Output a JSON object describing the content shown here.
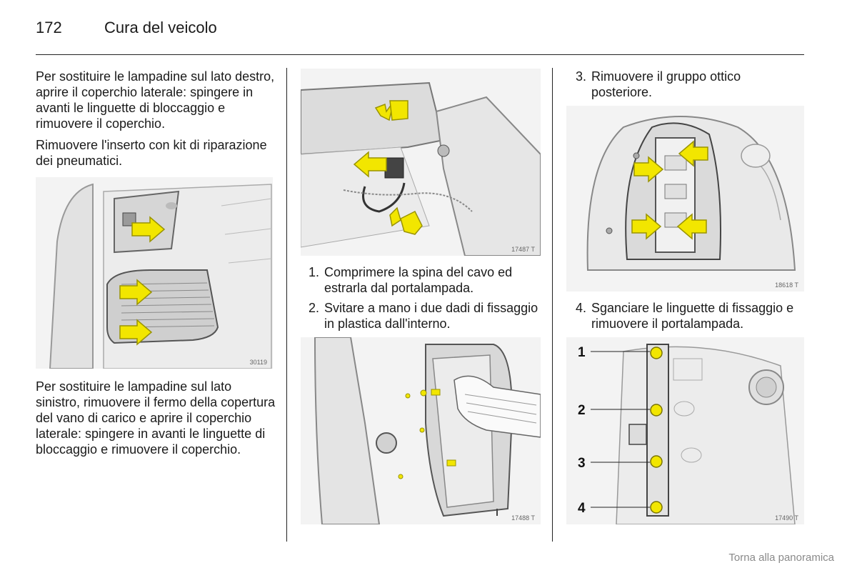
{
  "header": {
    "page_number": "172",
    "chapter_title": "Cura del veicolo"
  },
  "left_column": {
    "para1": "Per sostituire le lampadine sul lato destro, aprire il coperchio laterale: spingere in avanti le linguette di bloccaggio e rimuovere il coperchio.",
    "para2": "Rimuovere l'inserto con kit di riparazione dei pneumatici.",
    "figure_code": "30119",
    "para3": "Per sostituire le lampadine sul lato sinistro, rimuovere il fermo della copertura del vano di carico e aprire il coperchio laterale: spingere in avanti le linguette di bloccaggio e rimuovere il coperchio."
  },
  "middle_column": {
    "figure1_code": "17487 T",
    "steps": [
      {
        "num": "1.",
        "text": "Comprimere la spina del cavo ed estrarla dal portalampada."
      },
      {
        "num": "2.",
        "text": "Svitare a mano i due dadi di fissaggio in plastica dall'interno."
      }
    ],
    "figure2_code": "17488 T"
  },
  "right_column": {
    "step3": {
      "num": "3.",
      "text": "Rimuovere il gruppo ottico posteriore."
    },
    "figure1_code": "18618 T",
    "step4": {
      "num": "4.",
      "text": "Sganciare le linguette di fissaggio e rimuovere il portalampada."
    },
    "figure2_code": "17490 T",
    "callouts": [
      "1",
      "2",
      "3",
      "4"
    ]
  },
  "footer": {
    "link_text": "Torna alla panoramica"
  },
  "colors": {
    "arrow_yellow": "#f2e600",
    "arrow_outline": "#9a9400",
    "figure_bg": "#f3f3f3"
  }
}
